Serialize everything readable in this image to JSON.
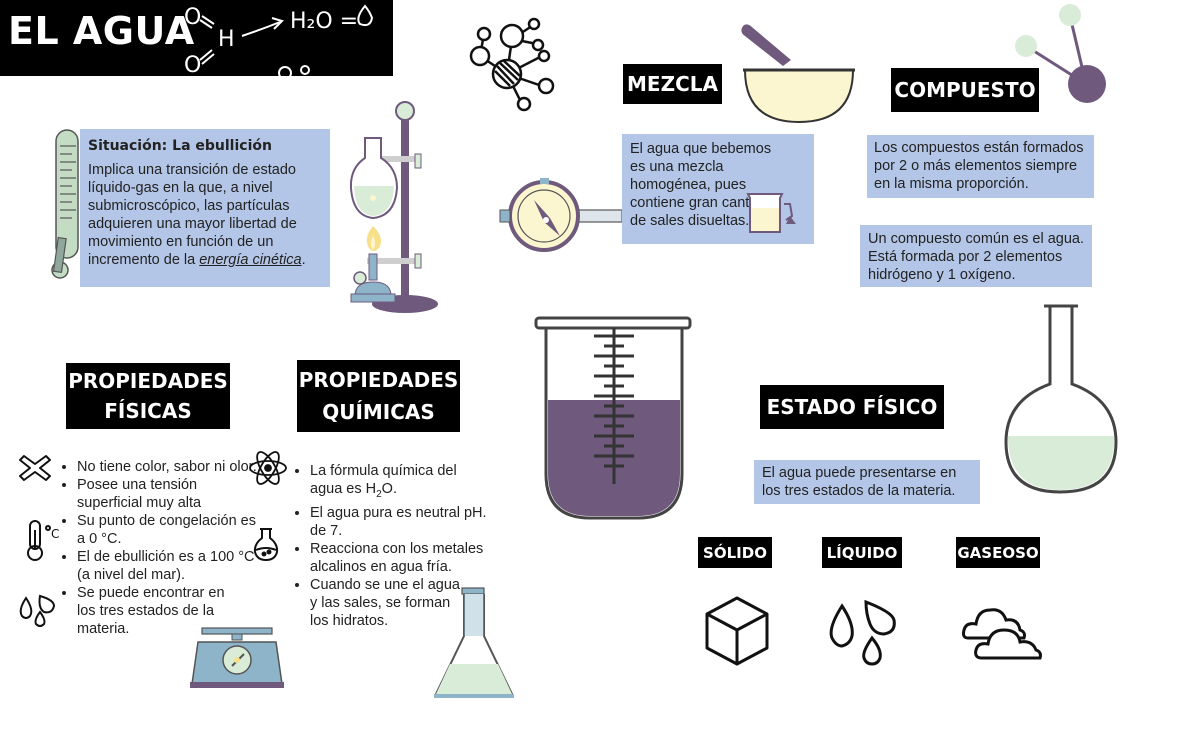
{
  "title": "EL AGUA",
  "title_formula": {
    "o1": "O",
    "h": "H",
    "o2": "O",
    "product": "H₂O = "
  },
  "situacion": {
    "heading": "Situación: La ebullición",
    "body": "Implica una transición de estado líquido-gas en la que, a nivel submicroscópico, las partículas adquieren una mayor libertad de movimiento en función de un incremento de la ",
    "emphasis": "energía cinética",
    "end": "."
  },
  "mezcla": {
    "label": "MEZCLA",
    "text": "El agua que bebemos es una mezcla homogénea, pues contiene gran cantidad de sales disueltas."
  },
  "compuesto": {
    "label": "COMPUESTO",
    "text1": "Los compuestos están formados por 2 o más elementos siempre en la misma proporción.",
    "text2": "Un compuesto común es el agua. Está formada por 2 elementos hidrógeno y 1 oxígeno."
  },
  "propiedades_fisicas": {
    "label_line1": "PROPIEDADES",
    "label_line2": "FÍSICAS",
    "items": [
      "No tiene color, sabor ni olor.",
      "Posee una tensión superficial muy alta",
      "Su punto de congelación es a 0 °C.",
      "El de ebullición es a 100 °C (a nivel del mar).",
      "Se puede encontrar en los tres estados de la materia."
    ]
  },
  "propiedades_quimicas": {
    "label_line1": "PROPIEDADES",
    "label_line2": "QUÍMICAS",
    "item1_pre": "La fórmula química del agua es H",
    "item1_sub": "2",
    "item1_post": "O.",
    "items": [
      "El agua pura es neutral pH. de 7.",
      "Reacciona con los metales alcalinos en agua fría.",
      "Cuando se une el agua y las sales, se forman los hidratos."
    ]
  },
  "estado_fisico": {
    "label": "ESTADO FÍSICO",
    "text": "El agua puede presentarse en los tres estados de la materia.",
    "states": [
      "SÓLIDO",
      "LÍQUIDO",
      "GASEOSO"
    ]
  },
  "colors": {
    "purple": "#6f5a7e",
    "green": "#d9ecd7",
    "cream": "#fbf6cf",
    "blue_box": "#b4c6e7",
    "steel": "#8db4c8"
  }
}
